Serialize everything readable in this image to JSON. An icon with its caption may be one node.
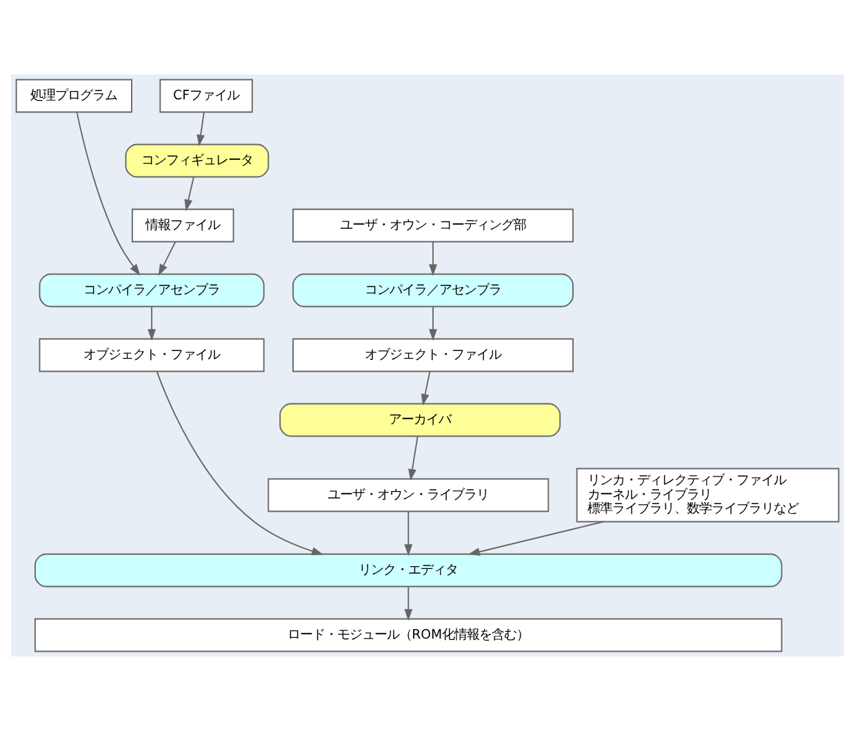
{
  "diagram": {
    "nodes": [
      {
        "text": [
          "処理プログラム"
        ]
      },
      {
        "text": [
          "CFファイル"
        ]
      },
      {
        "text": [
          "コンフィギュレータ"
        ]
      },
      {
        "text": [
          "ユーザ・オウン・コーディング部"
        ]
      },
      {
        "text": [
          "情報ファイル"
        ]
      },
      {
        "text": [
          "コンパイラ／アセンブラ"
        ]
      },
      {
        "text": [
          "コンパイラ／アセンブラ"
        ]
      },
      {
        "text": [
          "オブジェクト・ファイル"
        ]
      },
      {
        "text": [
          "オブジェクト・ファイル"
        ]
      },
      {
        "text": [
          "アーカイバ"
        ]
      },
      {
        "text": [
          "ユーザ・オウン・ライブラリ"
        ]
      },
      {
        "text": [
          "リンカ・ディレクティブ・ファイル",
          "カーネル・ライブラリ",
          "標準ライブラリ、数学ライブラリなど"
        ]
      },
      {
        "text": [
          "リンク・エディタ"
        ]
      },
      {
        "text": [
          "ロード・モジュール（ROM化情報を含む）"
        ]
      }
    ],
    "edges": [
      {
        "from": 1,
        "to": 2,
        "arrow": "to"
      },
      {
        "from": 2,
        "to": 4,
        "arrow": "to"
      },
      {
        "from": 0,
        "to": 6,
        "arrow": "to"
      },
      {
        "from": 4,
        "to": 6,
        "arrow": "to"
      },
      {
        "from": 3,
        "to": 5,
        "arrow": "to"
      },
      {
        "from": 5,
        "to": 7,
        "arrow": "to"
      },
      {
        "from": 6,
        "to": 8,
        "arrow": "to"
      },
      {
        "from": 7,
        "to": 9,
        "arrow": "to"
      },
      {
        "from": 9,
        "to": 10,
        "arrow": "to"
      },
      {
        "from": 10,
        "to": 12,
        "arrow": "to"
      },
      {
        "from": 8,
        "to": 12,
        "arrow": "to"
      },
      {
        "from": 11,
        "to": 12,
        "arrow": "to"
      },
      {
        "from": 12,
        "to": 13,
        "arrow": "to"
      }
    ]
  }
}
